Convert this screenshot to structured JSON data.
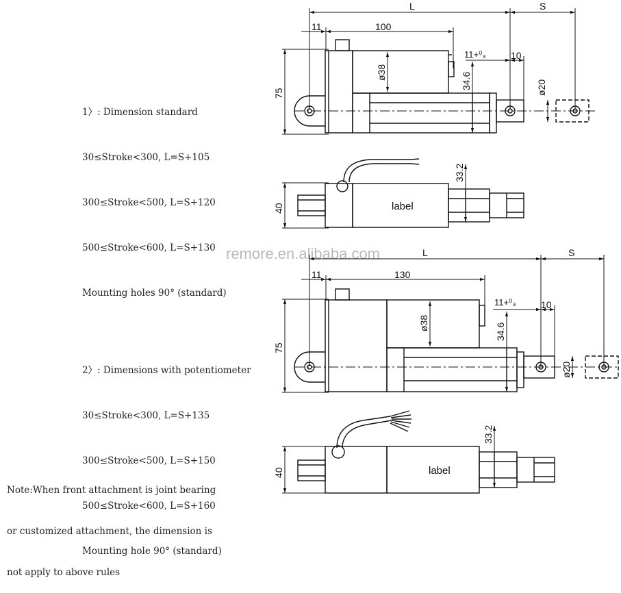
{
  "notes": {
    "standard": {
      "heading": "1〉: Dimension standard",
      "lines": [
        "30≤Stroke<300, L=S+105",
        "300≤Stroke<500, L=S+120",
        "500≤Stroke<600, L=S+130",
        "Mounting holes 90° (standard)"
      ]
    },
    "potentiometer": {
      "heading": "2〉: Dimensions with potentiometer",
      "lines": [
        "30≤Stroke<300, L=S+135",
        "300≤Stroke<500, L=S+150",
        "500≤Stroke<600, L=S+160",
        "Mounting hole 90° (standard)"
      ]
    },
    "footnote": {
      "lines": [
        "Note:When front attachment is joint bearing",
        "or customized attachment, the dimension is",
        "not apply to above rules"
      ]
    }
  },
  "watermark": "remore.en.alibaba.com",
  "drawing1": {
    "L": "L",
    "S": "S",
    "d11": "11",
    "d100": "100",
    "d38": "ø38",
    "d75": "75",
    "d34": "34.6",
    "tol": "11+⁰₃",
    "d10": "10",
    "d20": "ø20",
    "d40": "40",
    "d33": "33.2",
    "label": "label"
  },
  "drawing2": {
    "L": "L",
    "S": "S",
    "d11": "11",
    "d130": "130",
    "d38": "ø38",
    "d75": "75",
    "d34": "34.6",
    "tol": "11+⁰₃",
    "d10": "10",
    "d20": "ø20",
    "d40": "40",
    "d33": "33.2",
    "label": "label"
  }
}
